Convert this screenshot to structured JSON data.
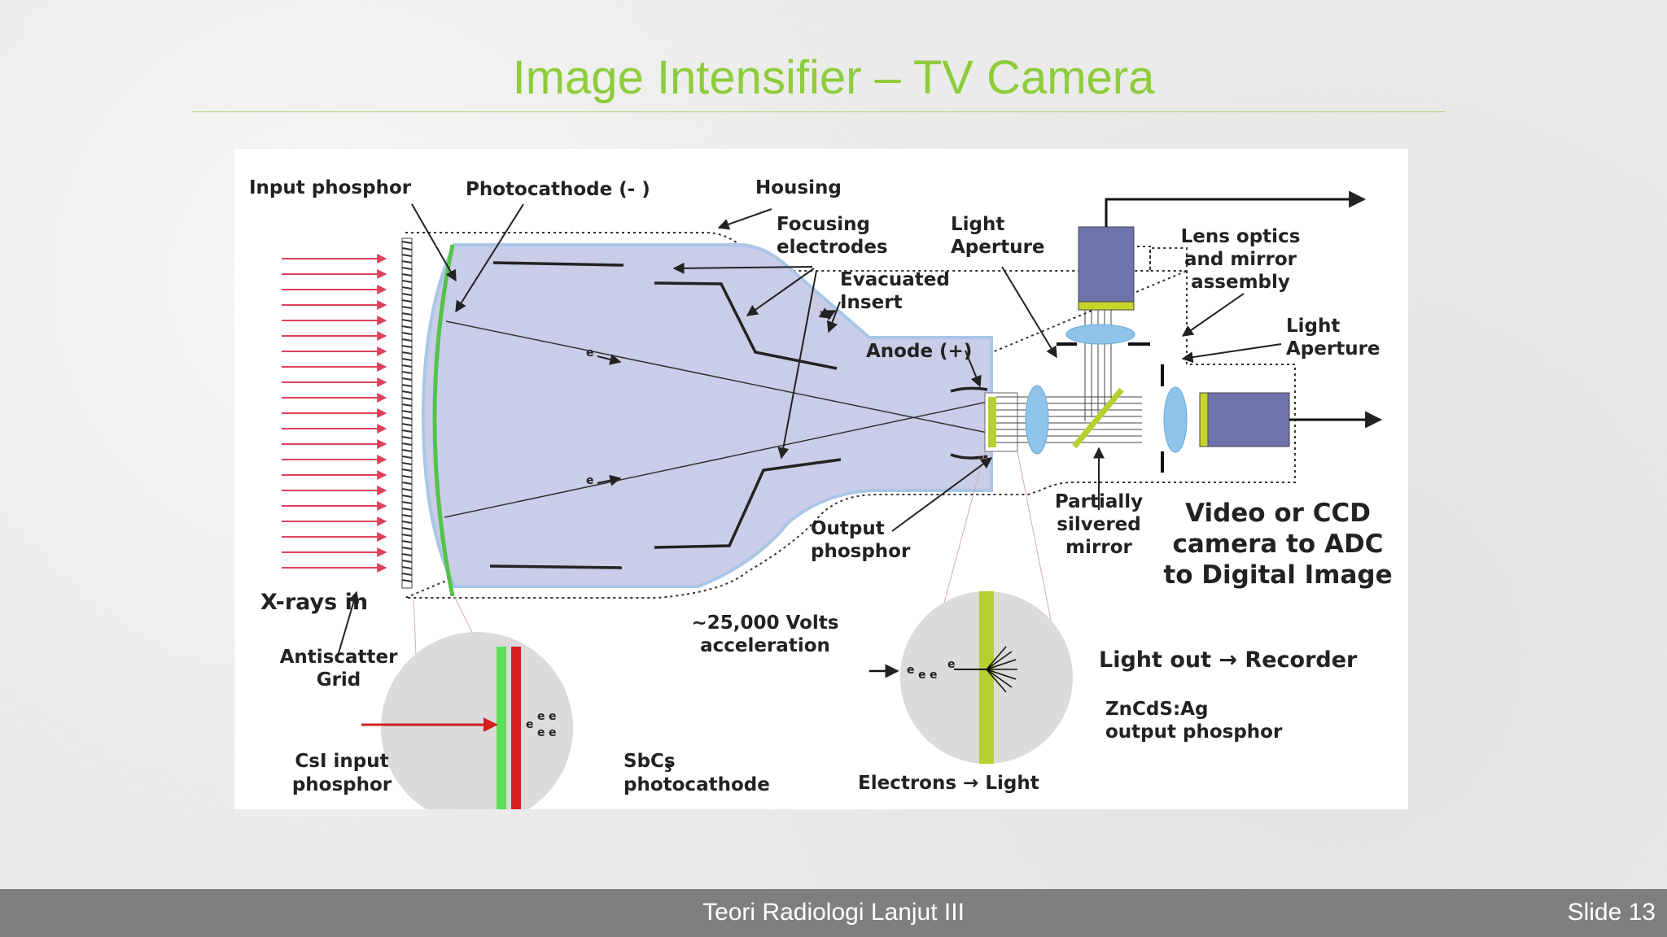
{
  "slide": {
    "title": "Image Intensifier – TV Camera",
    "footer": "Teori Radiologi Lanjut III",
    "slide_number": "Slide 13"
  },
  "diagram": {
    "labels": {
      "input_phosphor": "Input phosphor",
      "photocathode": "Photocathode  (- )",
      "housing": "Housing",
      "focusing_1": "Focusing",
      "focusing_2": "electrodes",
      "light_aperture_1a": "Light",
      "light_aperture_1b": "Aperture",
      "lens_optics_1": "Lens optics",
      "lens_optics_2": "and mirror",
      "lens_optics_3": "assembly",
      "evacuated_1": "Evacuated",
      "evacuated_2": "Insert",
      "light_aperture_2a": "Light",
      "light_aperture_2b": "Aperture",
      "anode": "Anode (+)",
      "electron": "e",
      "output_1": "Output",
      "output_2": "phosphor",
      "partially_1": "Partially",
      "partially_2": "silvered",
      "partially_3": "mirror",
      "video_1": "Video or CCD",
      "video_2": "camera to ADC",
      "video_3": "to Digital Image",
      "xrays_in": "X-rays in",
      "antiscatter_1": "Antiscatter",
      "antiscatter_2": "Grid",
      "volts_1": "~25,000 Volts",
      "volts_2": "acceleration",
      "csi_1": "CsI input",
      "csi_2": "phosphor",
      "sbcs_1": "SbCs",
      "sbcs_sub": "3",
      "sbcs_2": "photocathode",
      "light_out": "Light out → Recorder",
      "zncds_1": "ZnCdS:Ag",
      "zncds_2": "output phosphor",
      "electrons_light": "Electrons → Light"
    }
  },
  "colors": {
    "title": "#8dcc3a",
    "tube_fill": "#c9cde8",
    "phosphor_green": "#55c24a",
    "photocathode_red": "#d42020",
    "output_yellow": "#b3d12f",
    "xray_red": "#e0405a",
    "camera_blue": "#6f73ab",
    "footer_bg": "#7f7f7f"
  }
}
